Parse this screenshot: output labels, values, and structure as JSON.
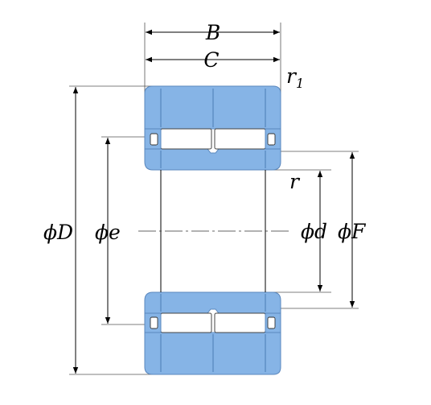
{
  "diagram": {
    "labels": {
      "B": "B",
      "C": "C",
      "r1_main": "r",
      "r1_sub": "1",
      "r": "r",
      "D": "ϕD",
      "e": "ϕe",
      "d": "ϕd",
      "F": "ϕF"
    },
    "colors": {
      "ring_fill": "#86b4e6",
      "ring_edge": "#5a87bd",
      "line": "#000000",
      "background": "#ffffff"
    }
  }
}
